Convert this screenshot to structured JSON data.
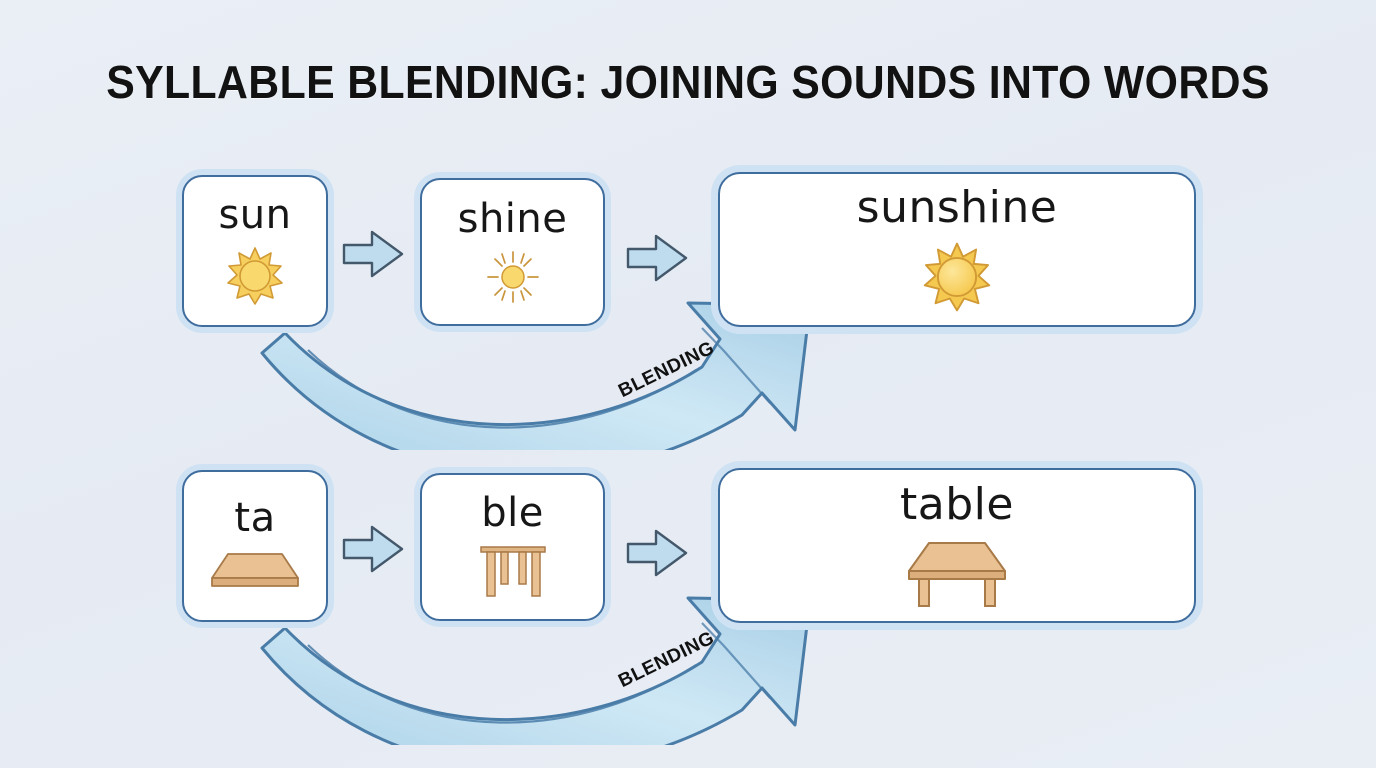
{
  "page": {
    "title": "SYLLABLE BLENDING: JOINING SOUNDS INTO WORDS",
    "background_color": "#e7ecf4"
  },
  "colors": {
    "card_border": "#3f6d9e",
    "card_halo": "#cfe2f3",
    "card_fill": "#ffffff",
    "arrow_fill_light": "#d6ecf6",
    "arrow_fill_dark": "#a4cde6",
    "arrow_stroke": "#4a7ca8",
    "connector_fill": "#bfdcef",
    "connector_stroke": "#44586b",
    "sun_fill": "#f8d86a",
    "sun_stroke": "#d4a03c",
    "wood_fill": "#e6bd8d",
    "wood_stroke": "#a87a48",
    "text_color": "#171717"
  },
  "rows": [
    {
      "id": "row-sunshine",
      "syllables": [
        {
          "word": "sun",
          "icon": "sun-spiky-icon"
        },
        {
          "word": "shine",
          "icon": "sun-rays-icon"
        }
      ],
      "connector_icon": "arrow-right-icon",
      "result": {
        "word": "sunshine",
        "icon": "sun-spiky-large-icon"
      },
      "blend_label": "BLENDING",
      "blend_arrow_icon": "curved-blending-arrow-icon"
    },
    {
      "id": "row-table",
      "syllables": [
        {
          "word": "ta",
          "icon": "tabletop-icon"
        },
        {
          "word": "ble",
          "icon": "table-legs-icon"
        }
      ],
      "connector_icon": "arrow-right-icon",
      "result": {
        "word": "table",
        "icon": "table-full-icon"
      },
      "blend_label": "BLENDING",
      "blend_arrow_icon": "curved-blending-arrow-icon"
    }
  ]
}
